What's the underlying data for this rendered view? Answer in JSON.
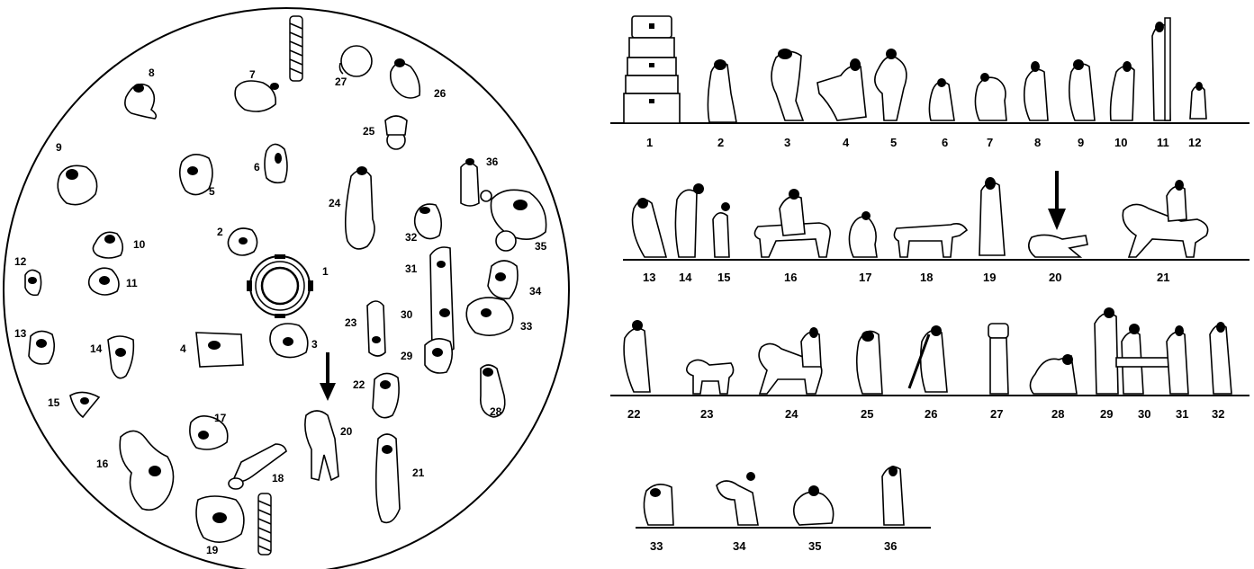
{
  "plan_view": {
    "labels": [
      "1",
      "2",
      "3",
      "4",
      "5",
      "6",
      "7",
      "8",
      "9",
      "10",
      "11",
      "12",
      "13",
      "14",
      "15",
      "16",
      "17",
      "18",
      "19",
      "20",
      "21",
      "22",
      "23",
      "24",
      "25",
      "26",
      "27",
      "28",
      "29",
      "30",
      "31",
      "32",
      "33",
      "34",
      "35",
      "36"
    ]
  },
  "elevation_view": {
    "rows": [
      [
        "1",
        "2",
        "3",
        "4",
        "5",
        "6",
        "7",
        "8",
        "9",
        "10",
        "11",
        "12"
      ],
      [
        "13",
        "14",
        "15",
        "16",
        "17",
        "18",
        "19",
        "20",
        "21"
      ],
      [
        "22",
        "23",
        "24",
        "25",
        "26",
        "27",
        "28",
        "29",
        "30",
        "31",
        "32"
      ],
      [
        "33",
        "34",
        "35",
        "36"
      ]
    ]
  }
}
